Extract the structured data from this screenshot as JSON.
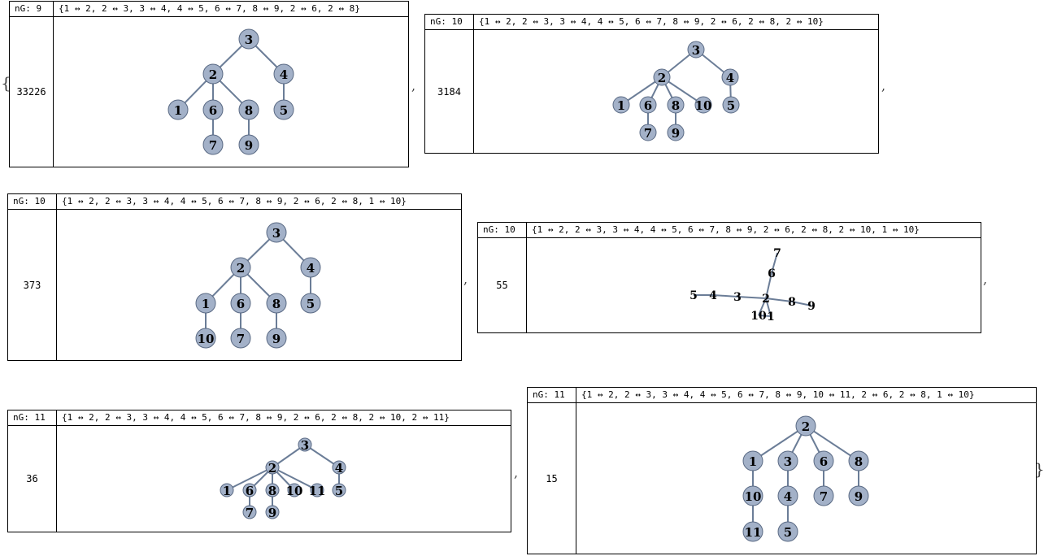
{
  "open_brace": "{",
  "close_brace": "}",
  "separator": ",",
  "panels": [
    {
      "ng": "nG: 9",
      "edges": "{1 ↔ 2, 2 ↔ 3, 3 ↔ 4, 4 ↔ 5, 6 ↔ 7, 8 ↔ 9, 2 ↔ 6, 2 ↔ 8}",
      "count": "33226",
      "nodes": [
        "3",
        "2",
        "4",
        "1",
        "6",
        "8",
        "5",
        "7",
        "9"
      ],
      "links": [
        [
          "3",
          "2"
        ],
        [
          "3",
          "4"
        ],
        [
          "2",
          "1"
        ],
        [
          "2",
          "6"
        ],
        [
          "2",
          "8"
        ],
        [
          "4",
          "5"
        ],
        [
          "6",
          "7"
        ],
        [
          "8",
          "9"
        ]
      ]
    },
    {
      "ng": "nG: 10",
      "edges": "{1 ↔ 2, 2 ↔ 3, 3 ↔ 4, 4 ↔ 5, 6 ↔ 7, 8 ↔ 9, 2 ↔ 6, 2 ↔ 8, 2 ↔ 10}",
      "count": "3184",
      "nodes": [
        "3",
        "2",
        "4",
        "1",
        "6",
        "8",
        "10",
        "5",
        "7",
        "9"
      ],
      "links": [
        [
          "3",
          "2"
        ],
        [
          "3",
          "4"
        ],
        [
          "2",
          "1"
        ],
        [
          "2",
          "6"
        ],
        [
          "2",
          "8"
        ],
        [
          "2",
          "10"
        ],
        [
          "4",
          "5"
        ],
        [
          "6",
          "7"
        ],
        [
          "8",
          "9"
        ]
      ]
    },
    {
      "ng": "nG: 10",
      "edges": "{1 ↔ 2, 2 ↔ 3, 3 ↔ 4, 4 ↔ 5, 6 ↔ 7, 8 ↔ 9, 2 ↔ 6, 2 ↔ 8, 1 ↔ 10}",
      "count": "373",
      "nodes": [
        "3",
        "2",
        "4",
        "1",
        "6",
        "8",
        "5",
        "10",
        "7",
        "9"
      ],
      "links": [
        [
          "3",
          "2"
        ],
        [
          "3",
          "4"
        ],
        [
          "2",
          "1"
        ],
        [
          "2",
          "6"
        ],
        [
          "2",
          "8"
        ],
        [
          "4",
          "5"
        ],
        [
          "1",
          "10"
        ],
        [
          "6",
          "7"
        ],
        [
          "8",
          "9"
        ]
      ]
    },
    {
      "ng": "nG: 10",
      "edges": "{1 ↔ 2, 2 ↔ 3, 3 ↔ 4, 4 ↔ 5, 6 ↔ 7, 8 ↔ 9, 2 ↔ 6, 2 ↔ 8, 2 ↔ 10, 1 ↔ 10}",
      "count": "55",
      "nodes": [
        "7",
        "6",
        "5",
        "4",
        "3",
        "2",
        "8",
        "9",
        "10",
        "1"
      ],
      "links": [
        [
          "7",
          "6"
        ],
        [
          "6",
          "2"
        ],
        [
          "5",
          "4"
        ],
        [
          "4",
          "3"
        ],
        [
          "3",
          "2"
        ],
        [
          "2",
          "8"
        ],
        [
          "8",
          "9"
        ],
        [
          "2",
          "10"
        ],
        [
          "2",
          "1"
        ],
        [
          "10",
          "1"
        ]
      ]
    },
    {
      "ng": "nG: 11",
      "edges": "{1 ↔ 2, 2 ↔ 3, 3 ↔ 4, 4 ↔ 5, 6 ↔ 7, 8 ↔ 9, 2 ↔ 6, 2 ↔ 8, 2 ↔ 10, 2 ↔ 11}",
      "count": "36",
      "nodes": [
        "3",
        "2",
        "4",
        "1",
        "6",
        "8",
        "10",
        "11",
        "5",
        "7",
        "9"
      ],
      "links": [
        [
          "3",
          "2"
        ],
        [
          "3",
          "4"
        ],
        [
          "2",
          "1"
        ],
        [
          "2",
          "6"
        ],
        [
          "2",
          "8"
        ],
        [
          "2",
          "10"
        ],
        [
          "2",
          "11"
        ],
        [
          "4",
          "5"
        ],
        [
          "6",
          "7"
        ],
        [
          "8",
          "9"
        ]
      ]
    },
    {
      "ng": "nG: 11",
      "edges": "{1 ↔ 2, 2 ↔ 3, 3 ↔ 4, 4 ↔ 5, 6 ↔ 7, 8 ↔ 9, 10 ↔ 11, 2 ↔ 6, 2 ↔ 8, 1 ↔ 10}",
      "count": "15",
      "nodes": [
        "2",
        "1",
        "3",
        "6",
        "8",
        "10",
        "4",
        "7",
        "9",
        "11",
        "5"
      ],
      "links": [
        [
          "2",
          "1"
        ],
        [
          "2",
          "3"
        ],
        [
          "2",
          "6"
        ],
        [
          "2",
          "8"
        ],
        [
          "1",
          "10"
        ],
        [
          "3",
          "4"
        ],
        [
          "6",
          "7"
        ],
        [
          "8",
          "9"
        ],
        [
          "10",
          "11"
        ],
        [
          "4",
          "5"
        ]
      ]
    }
  ]
}
